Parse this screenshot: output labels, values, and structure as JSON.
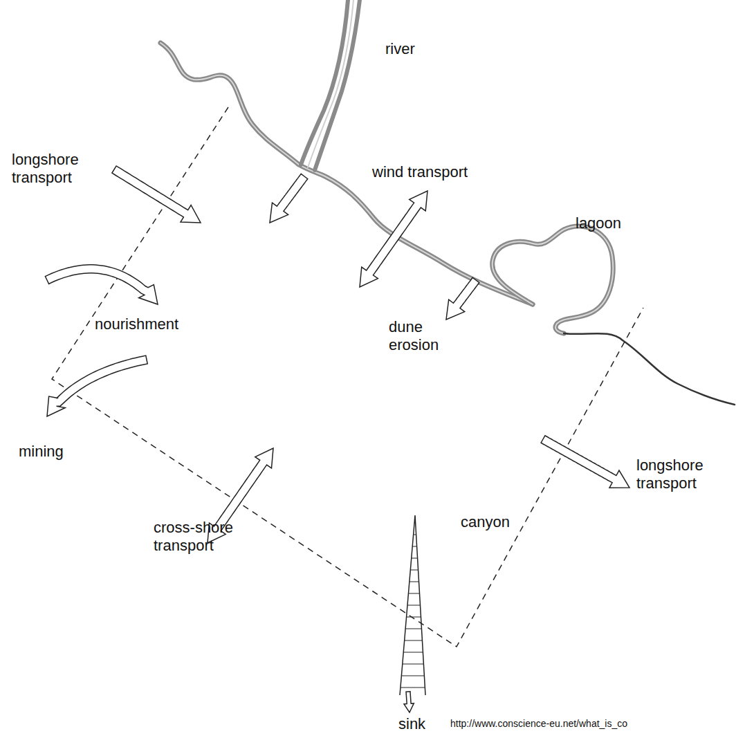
{
  "diagram": {
    "labels": [
      "river",
      "longshore transport",
      "wind transport",
      "lagoon",
      "nourishment",
      "dune erosion",
      "mining",
      "cross-shore transport",
      "canyon",
      "longshore transport",
      "sink",
      "http://www.conscience-eu.net/what_is_co"
    ]
  }
}
